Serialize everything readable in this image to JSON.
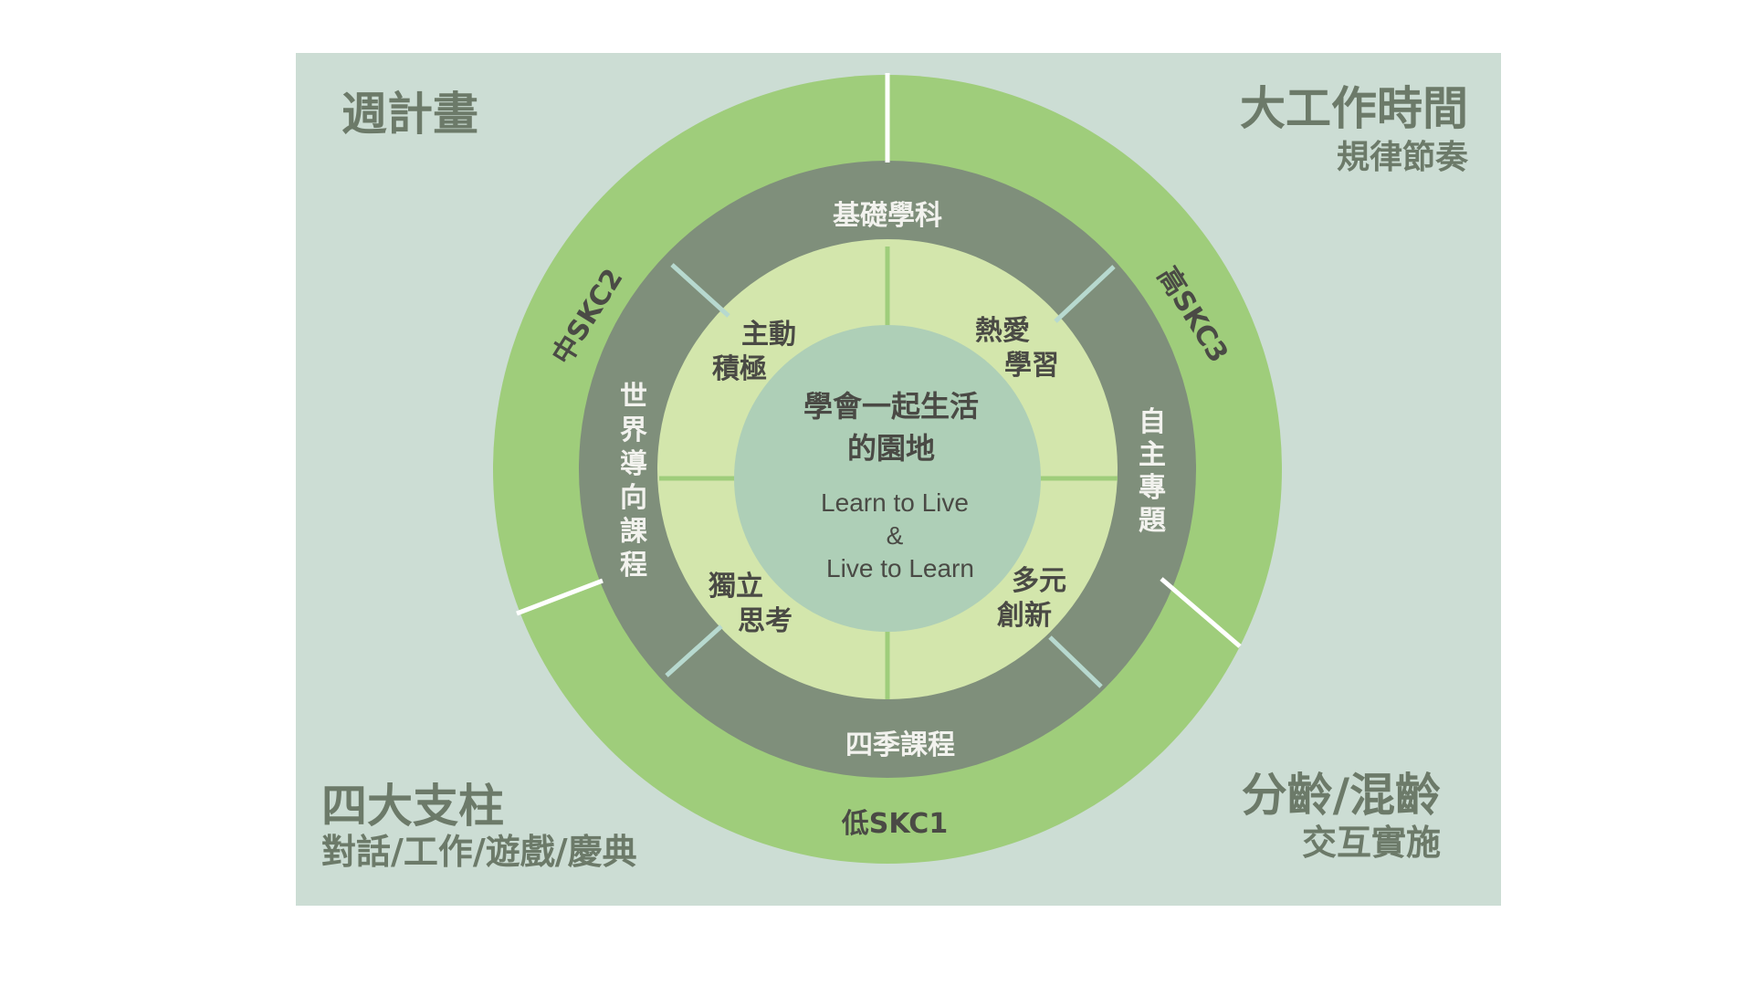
{
  "colors": {
    "panel_bg": "#ccddd4",
    "outer_ring": "#9fcd7b",
    "middle_ring": "#7f8f7b",
    "inner_ring": "#d3e6ac",
    "center": "#aecfb7",
    "divider_white": "#ffffff",
    "divider_teal": "#b7d9cf",
    "divider_green": "#9fcd7b",
    "corner_text": "#6c7a69",
    "dark_text": "#4a4a45",
    "light_text": "#f2f2ee"
  },
  "corners": {
    "top_left": {
      "title": "週計畫"
    },
    "top_right": {
      "title": "大工作時間",
      "subtitle": "規律節奏"
    },
    "bottom_left": {
      "title": "四大支柱",
      "subtitle": "對話/工作/遊戲/慶典"
    },
    "bottom_right": {
      "title": "分齡/混齡",
      "subtitle": "交互實施"
    }
  },
  "outer_ring": {
    "low": "低SKC1",
    "mid": "中SKC2",
    "high": "高SKC3"
  },
  "middle_ring": {
    "top": "基礎學科",
    "right": [
      "自",
      "主",
      "專",
      "題"
    ],
    "bottom": "四季課程",
    "left": [
      "世",
      "界",
      "導",
      "向",
      "課",
      "程"
    ]
  },
  "inner_ring": {
    "top_left": [
      "主動",
      "積極"
    ],
    "top_right": [
      "熱愛",
      "學習"
    ],
    "bottom_left": [
      "獨立",
      "思考"
    ],
    "bottom_right": [
      "多元",
      "創新"
    ]
  },
  "center": {
    "title_line1": "學會一起生活",
    "title_line2": "的園地",
    "en_line1": "Learn to Live",
    "en_line2": "&",
    "en_line3": "Live to Learn"
  }
}
